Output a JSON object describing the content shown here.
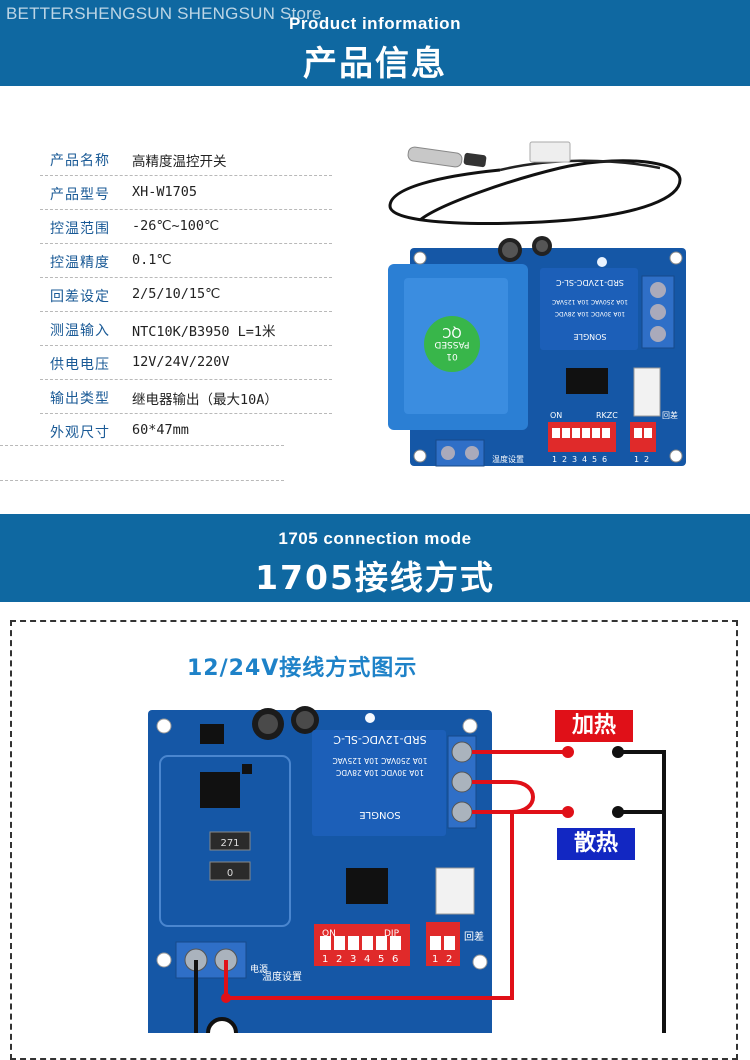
{
  "watermark": "BETTERSHENGSUN SHENGSUN Store",
  "section1": {
    "title_en": "Product information",
    "title_zh": "产品信息"
  },
  "specs": [
    {
      "label": "产品名称",
      "value": "高精度温控开关"
    },
    {
      "label": "产品型号",
      "value": "XH-W1705"
    },
    {
      "label": "控温范围",
      "value": "-26℃~100℃"
    },
    {
      "label": "控温精度",
      "value": "0.1℃"
    },
    {
      "label": "回差设定",
      "value": "2/5/10/15℃"
    },
    {
      "label": "测温输入",
      "value": "NTC10K/B3950 L=1米"
    },
    {
      "label": "供电电压",
      "value": "12V/24V/220V"
    },
    {
      "label": "输出类型",
      "value": "继电器输出（最大10A）"
    },
    {
      "label": "外观尺寸",
      "value": "60*47mm"
    }
  ],
  "board_photo": {
    "relay_text": [
      "SRD-12VDC-SL-C",
      "10A 250VAC 10A 125VAC",
      "10A 30VDC 10A 28VDC"
    ],
    "relay_brand": "SONGLE",
    "transformer_seal": [
      "QC",
      "PASSED",
      "01"
    ],
    "dip_main_label": "RKZC",
    "dip_on_label": "ON",
    "dip_numbers": [
      "1",
      "2",
      "3",
      "4",
      "5",
      "6"
    ],
    "dip_small_numbers": [
      "1",
      "2"
    ],
    "temp_setting_label": "温度设置",
    "hysteresis_label": "回差"
  },
  "section2": {
    "title_en": "1705 connection mode",
    "title_zh": "1705接线方式"
  },
  "wiring": {
    "title": "12/24V接线方式图示",
    "heat_label": "加热",
    "cool_label": "散热",
    "board": {
      "relay_text": [
        "SRD-12VDC-SL-C",
        "10A 250VAC 10A 125VAC",
        "10A 30VDC 10A 28VDC"
      ],
      "relay_brand": "SONGLE",
      "chip_label": "271",
      "chip2_label": "0",
      "dip_label": "DIP",
      "dip_on_label": "ON",
      "dip_numbers": [
        "1",
        "2",
        "3",
        "4",
        "5",
        "6"
      ],
      "dip_small_numbers": [
        "1",
        "2"
      ],
      "temp_setting_label": "温度设置",
      "hysteresis_label": "回差",
      "power_label": "电源"
    },
    "colors": {
      "wire_red": "#e01018",
      "wire_black": "#111111",
      "board": "#1557a6",
      "relay": "#1c5fb8",
      "dip": "#e02a2a"
    }
  }
}
